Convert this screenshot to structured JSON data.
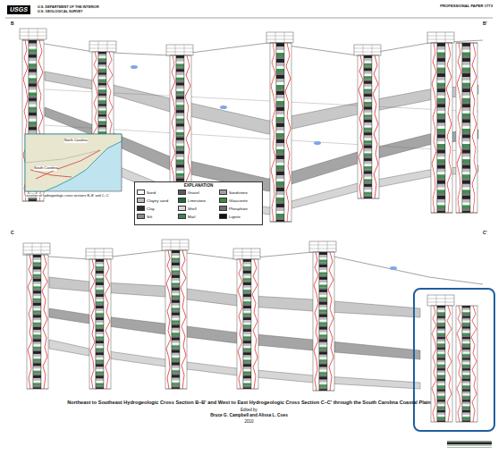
{
  "diagram": {
    "title": "Northeast to Southeast Hydrogeologic Cross Section B–B' and West to East Hydrogeologic Cross Section C–C' through the South Carolina Coastal Plain",
    "nodes": [
      {
        "text": [
          "EXPLANATION"
        ]
      }
    ],
    "labels": [
      "USGS",
      "U.S. DEPARTMENT OF THE INTERIOR",
      "U.S. GEOLOGICAL SURVEY",
      "PROFESSIONAL PAPER 1773",
      "B",
      "B'",
      "C",
      "C'",
      "North Carolina",
      "South Carolina",
      "Location of hydrogeologic cross sections B–B' and C–C'",
      "Edited by",
      "Bruce G. Campbell and Alissa L. Coes",
      "2010"
    ],
    "legend": [
      {
        "text": "Sand",
        "color": "#ffffff"
      },
      {
        "text": "Clayey sand",
        "color": "#bdbdbd"
      },
      {
        "text": "Clay",
        "color": "#2b2b2b"
      },
      {
        "text": "Silt",
        "color": "#8c8c8c"
      },
      {
        "text": "Gravel",
        "color": "#5a5a5a"
      },
      {
        "text": "Limestone",
        "color": "#1e6b3a"
      },
      {
        "text": "Shell",
        "color": "#d9d9d9"
      },
      {
        "text": "Marl",
        "color": "#4a7f5a"
      },
      {
        "text": "Sandstone",
        "color": "#a0a0a0"
      },
      {
        "text": "Glauconite",
        "color": "#3d8a3d"
      },
      {
        "text": "Phosphate",
        "color": "#6e6e6e"
      },
      {
        "text": "Lignite",
        "color": "#111111"
      }
    ]
  }
}
